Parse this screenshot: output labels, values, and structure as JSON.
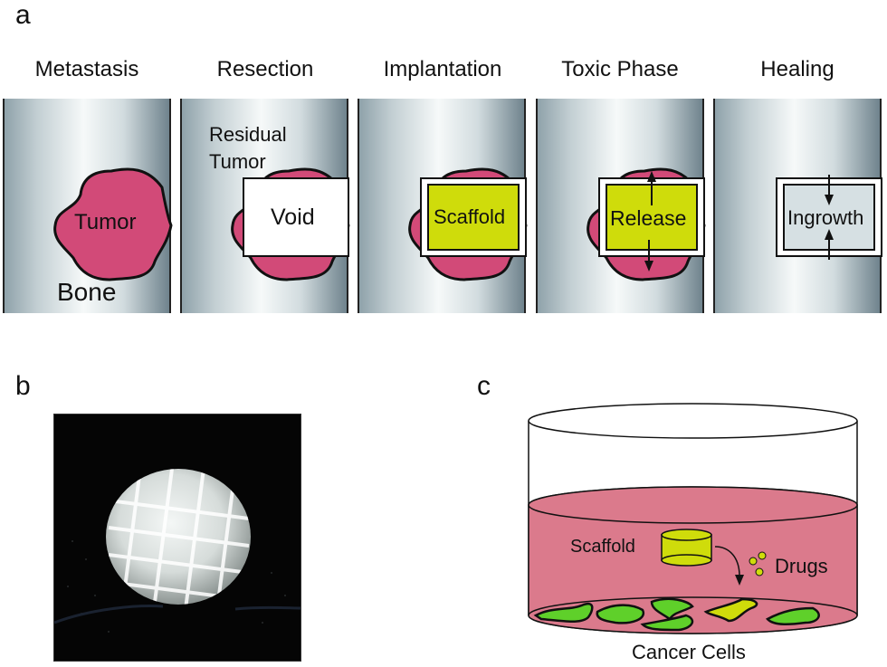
{
  "panels": {
    "a": {
      "letter": "a",
      "stages": [
        {
          "title": "Metastasis",
          "center_label": "Tumor",
          "extra_label": "Bone"
        },
        {
          "title": "Resection",
          "center_label": "Void",
          "extra_label": "Residual\nTumor"
        },
        {
          "title": "Implantation",
          "center_label": "Scaffold"
        },
        {
          "title": "Toxic Phase",
          "center_label": "Release"
        },
        {
          "title": "Healing",
          "center_label": "Ingrowth"
        }
      ]
    },
    "b": {
      "letter": "b",
      "photo_subject": "3D-printed lattice scaffold on black background"
    },
    "c": {
      "letter": "c",
      "scaffold_label": "Scaffold",
      "drugs_label": "Drugs",
      "cells_label": "Cancer Cells"
    }
  },
  "colors": {
    "tumor": "#d24a78",
    "scaffold": "#cfdc0b",
    "ingrowth": "#d6e0e3",
    "medium": "#db7a8c",
    "cell_green": "#5fd02a",
    "cell_yellow": "#cfdc0b"
  }
}
